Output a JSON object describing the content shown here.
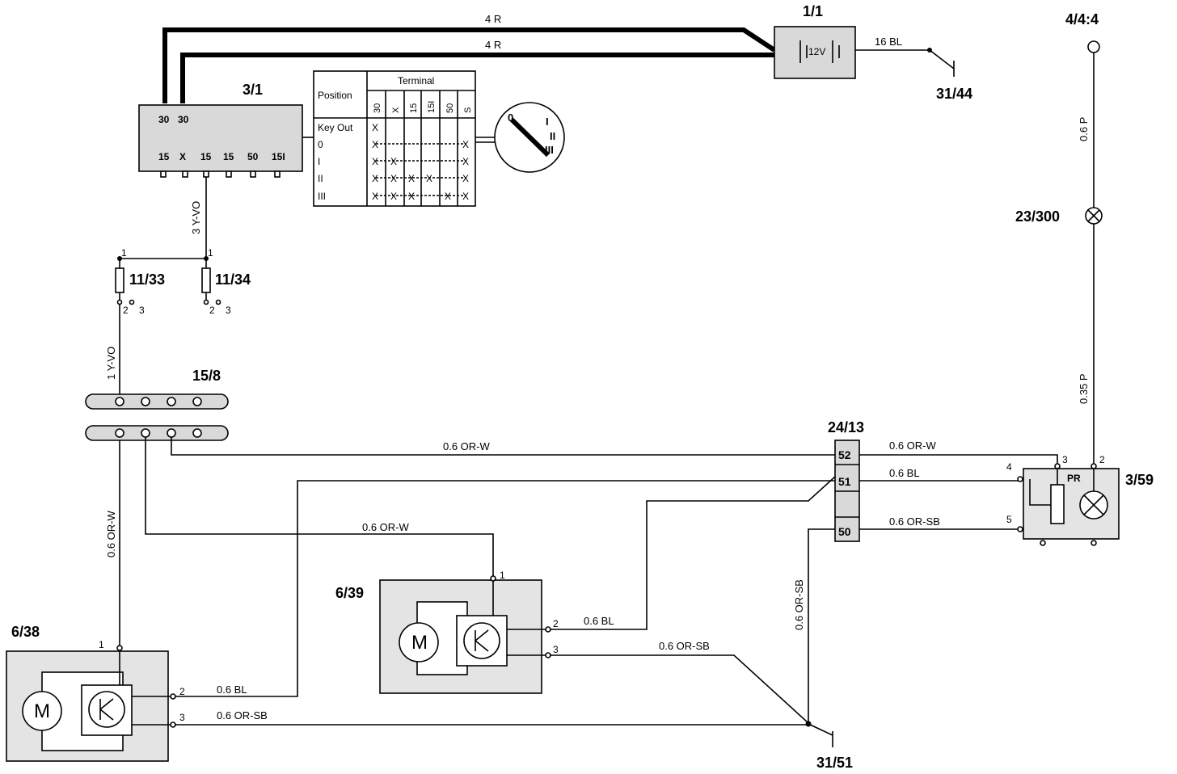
{
  "components": {
    "battery": {
      "ref": "1/1",
      "label": "12V"
    },
    "ground_31_44": {
      "ref": "31/44"
    },
    "node_4_4_4": {
      "ref": "4/4:4"
    },
    "ignition_switch": {
      "ref": "3/1",
      "terminals": [
        "30",
        "30",
        "15",
        "X",
        "15",
        "15",
        "50",
        "15I",
        "S"
      ],
      "switch_positions": [
        "0",
        "I",
        "II",
        "III"
      ]
    },
    "fuse_11_33": {
      "ref": "11/33",
      "pins": [
        "1",
        "2",
        "3"
      ]
    },
    "fuse_11_34": {
      "ref": "11/34",
      "pins": [
        "1",
        "2",
        "3"
      ]
    },
    "connector_15_8": {
      "ref": "15/8"
    },
    "bulb_23_300": {
      "ref": "23/300"
    },
    "connector_24_13": {
      "ref": "24/13",
      "pins": [
        "52",
        "51",
        "50"
      ]
    },
    "relay_3_59": {
      "ref": "3/59",
      "label": "PR",
      "pins": [
        "2",
        "3",
        "4",
        "5"
      ]
    },
    "motor_6_38": {
      "ref": "6/38",
      "motor": "M",
      "pins": [
        "1",
        "2",
        "3"
      ]
    },
    "motor_6_39": {
      "ref": "6/39",
      "motor": "M",
      "pins": [
        "1",
        "2",
        "3"
      ]
    },
    "ground_31_51": {
      "ref": "31/51"
    }
  },
  "wires": {
    "battery_feed_1": "4 R",
    "battery_feed_2": "4 R",
    "battery_ground": "16 BL",
    "switch_to_fuse": "3 Y-VO",
    "fuse_to_connector": "1 Y-VO",
    "connector_to_6_38": "0.6  OR-W",
    "connector_to_24_13": "0.6  OR-W",
    "connector_to_6_39": "0.6  OR-W",
    "c24_52_to_relay": "0.6  OR-W",
    "c24_51_to_relay": "0.6  BL",
    "c24_50_to_relay": "0.6  OR-SB",
    "c24_50_to_ground": "0.6 OR-SB",
    "m38_pin2": "0.6  BL",
    "m38_pin3": "0.6  OR-SB",
    "m39_pin2": "0.6 BL",
    "m39_pin3": "0.6  OR-SB",
    "bulb_upper": "0.6 P",
    "bulb_lower": "0.35 P"
  },
  "switch_table": {
    "position_header": "Position",
    "terminal_header": "Terminal",
    "terminal_columns": [
      "30",
      "X",
      "15",
      "15I",
      "50",
      "S"
    ],
    "rows": [
      {
        "position": "Key Out",
        "marks": [
          "X",
          "",
          "",
          "",
          "",
          ""
        ]
      },
      {
        "position": "0",
        "marks": [
          "X",
          "",
          "",
          "",
          "",
          "X"
        ]
      },
      {
        "position": "I",
        "marks": [
          "X",
          "X",
          "",
          "",
          "",
          "X"
        ]
      },
      {
        "position": "II",
        "marks": [
          "X",
          "X",
          "X",
          "X",
          "",
          "X"
        ]
      },
      {
        "position": "III",
        "marks": [
          "X",
          "X",
          "X",
          "",
          "X",
          "X"
        ]
      }
    ]
  }
}
